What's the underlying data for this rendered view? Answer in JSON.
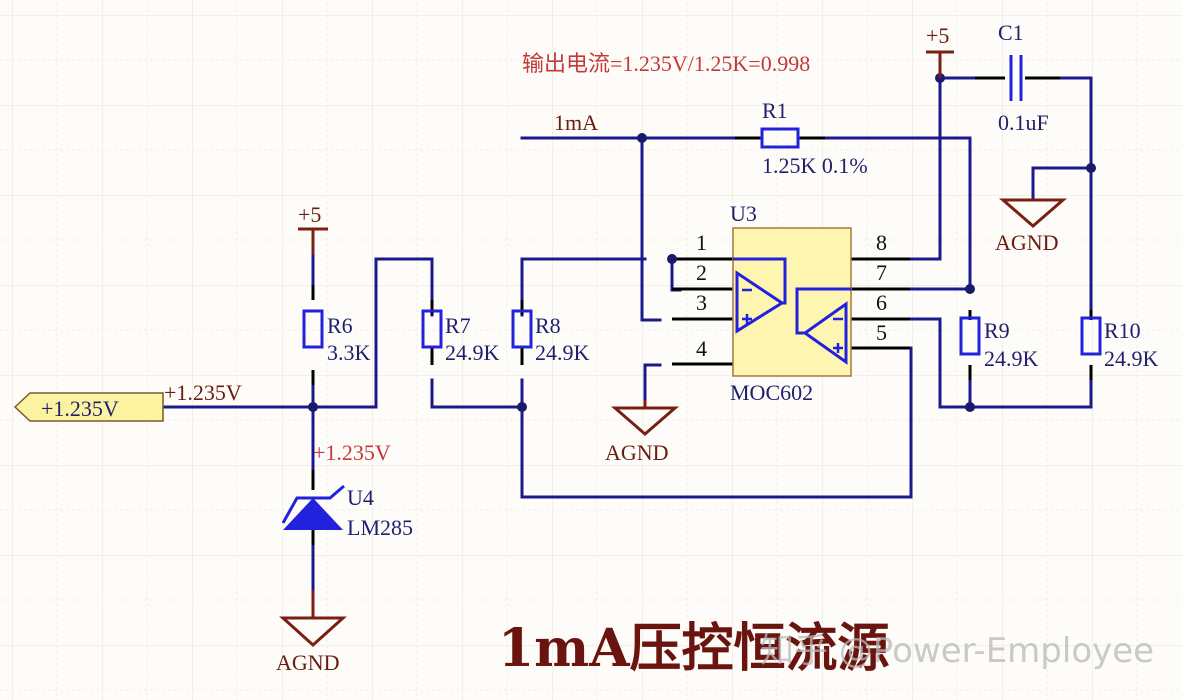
{
  "title": "1mA压控恒流源",
  "watermark": "知乎 @Power-Employee",
  "formula_note": "输出电流=1.235V/1.25K=0.998",
  "net_labels": {
    "input_port": "+1.235V",
    "net_in": "+1.235V",
    "net_ref": "+1.235V",
    "out_1ma": "1mA"
  },
  "power": {
    "plus5_a": "+5",
    "plus5_b": "+5",
    "agnd_a": "AGND",
    "agnd_b": "AGND",
    "agnd_c": "AGND"
  },
  "components": {
    "R1": {
      "ref": "R1",
      "value": "1.25K 0.1%"
    },
    "R6": {
      "ref": "R6",
      "value": "3.3K"
    },
    "R7": {
      "ref": "R7",
      "value": "24.9K"
    },
    "R8": {
      "ref": "R8",
      "value": "24.9K"
    },
    "R9": {
      "ref": "R9",
      "value": "24.9K"
    },
    "R10": {
      "ref": "R10",
      "value": "24.9K"
    },
    "C1": {
      "ref": "C1",
      "value": "0.1uF"
    },
    "U3": {
      "ref": "U3",
      "value": "MOC602",
      "pins": [
        "1",
        "2",
        "3",
        "4",
        "5",
        "6",
        "7",
        "8"
      ]
    },
    "U4": {
      "ref": "U4",
      "value": "LM285"
    }
  },
  "colors": {
    "wire": "#1a1a8c",
    "component": "#2222dd",
    "power": "#7a1f14",
    "net_label": "#c43a3a",
    "ic_fill": "#fdf5b0",
    "port_fill": "#fbf3a0"
  }
}
